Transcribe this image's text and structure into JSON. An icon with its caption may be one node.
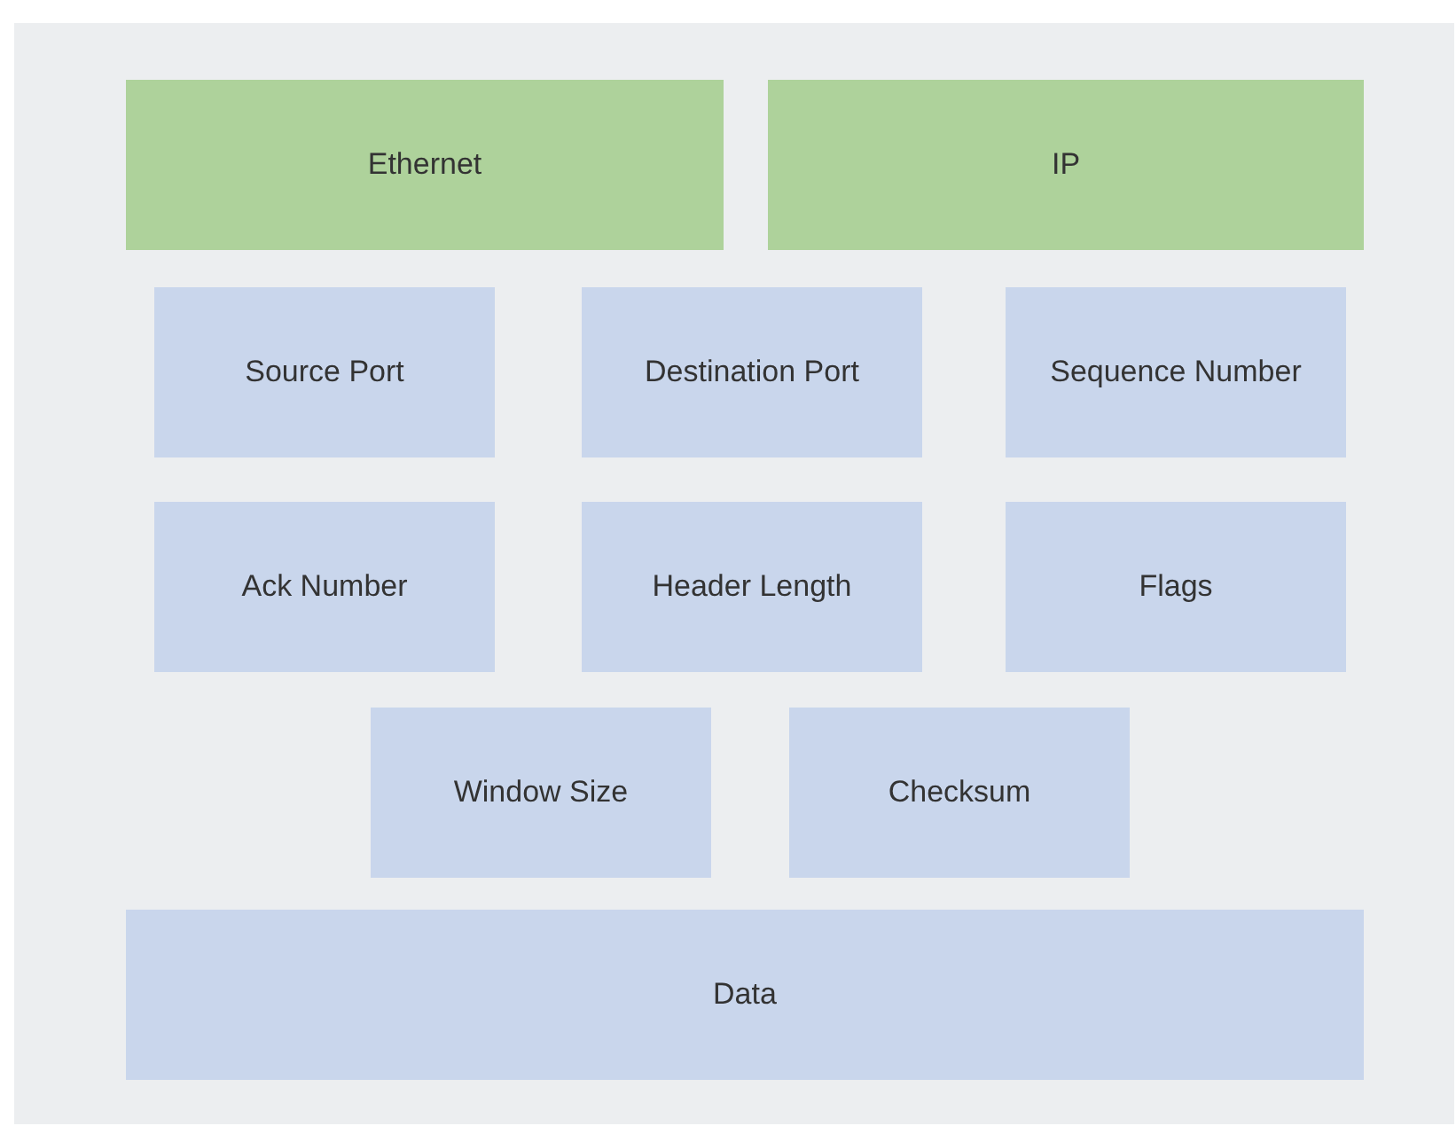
{
  "diagram": {
    "nodes": [
      {
        "text": [
          "Ethernet"
        ]
      },
      {
        "text": [
          "IP"
        ]
      },
      {
        "text": [
          "Source Port"
        ]
      },
      {
        "text": [
          "Destination Port"
        ]
      },
      {
        "text": [
          "Sequence Number"
        ]
      },
      {
        "text": [
          "Ack Number"
        ]
      },
      {
        "text": [
          "Header Length"
        ]
      },
      {
        "text": [
          "Flags"
        ]
      },
      {
        "text": [
          "Window Size"
        ]
      },
      {
        "text": [
          "Checksum"
        ]
      },
      {
        "text": [
          "Data"
        ]
      }
    ],
    "edges": []
  }
}
